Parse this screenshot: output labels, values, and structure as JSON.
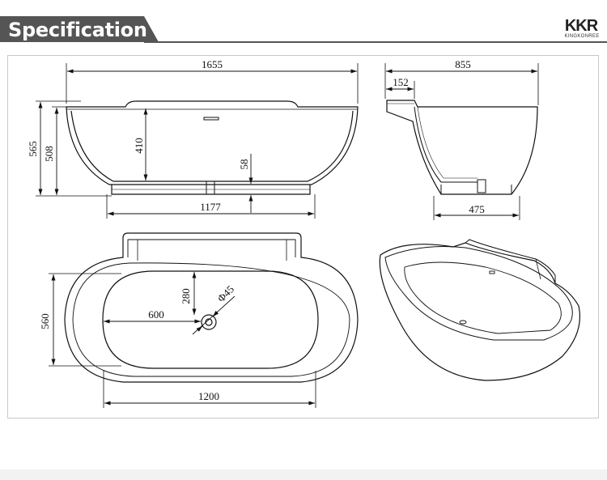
{
  "header": {
    "title": "Specification",
    "brand_logo": "KKR",
    "brand_tagline": "KINGKONREE"
  },
  "side_view": {
    "length": "1655",
    "total_height": "565",
    "rim_height": "508",
    "inner_depth": "410",
    "base_height": "58",
    "base_length": "1177"
  },
  "end_view": {
    "width": "855",
    "headrest_width": "152",
    "base_width": "475"
  },
  "top_view": {
    "width": "560",
    "drain_to_wall": "280",
    "drain_offset": "600",
    "drain_diameter": "Φ45",
    "inner_length": "1200"
  },
  "colors": {
    "banner": "#555555",
    "line": "#111111",
    "frame": "#c8c8c8"
  }
}
